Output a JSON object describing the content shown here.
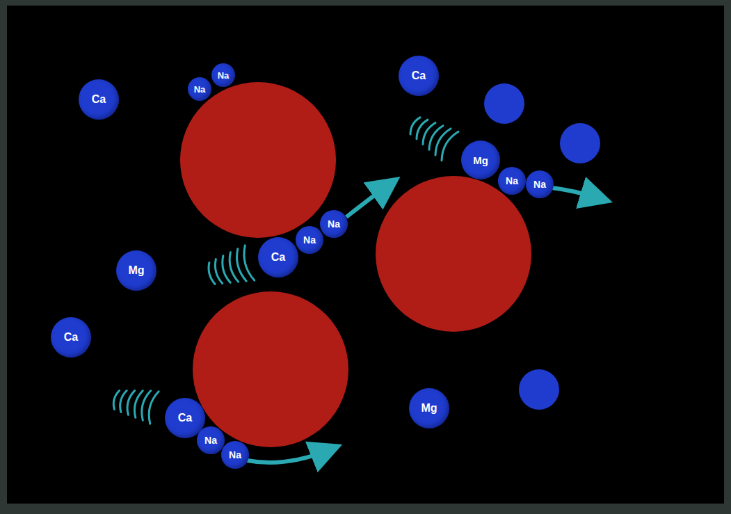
{
  "diagram": {
    "nodes": [
      {
        "text": [
          "Na"
        ]
      },
      {
        "text": [
          "Ca"
        ]
      },
      {
        "text": [
          "Na"
        ]
      },
      {
        "text": [
          "Ca"
        ]
      },
      {
        "text": [
          "Mg"
        ]
      },
      {
        "text": [
          "Na"
        ]
      },
      {
        "text": [
          "Na"
        ]
      },
      {
        "text": [
          "Na"
        ]
      },
      {
        "text": [
          "Na"
        ]
      },
      {
        "text": [
          "Ca"
        ]
      },
      {
        "text": [
          "Mg"
        ]
      },
      {
        "text": [
          "Ca"
        ]
      },
      {
        "text": [
          "Mg"
        ]
      },
      {
        "text": [
          "Ca"
        ]
      },
      {
        "text": [
          "Na"
        ]
      },
      {
        "text": [
          "Na"
        ]
      }
    ]
  }
}
